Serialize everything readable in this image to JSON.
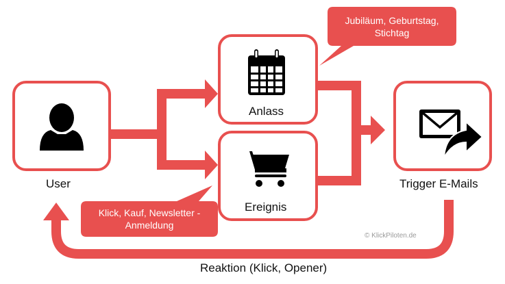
{
  "nodes": {
    "user": {
      "label": "User"
    },
    "anlass": {
      "label": "Anlass"
    },
    "ereignis": {
      "label": "Ereignis"
    },
    "trigger": {
      "label": "Trigger E-Mails"
    }
  },
  "callouts": {
    "anlass_line1": "Jubiläum, Geburtstag,",
    "anlass_line2": "Stichtag",
    "ereignis_line1": "Klick, Kauf, Newsletter -",
    "ereignis_line2": "Anmeldung"
  },
  "feedback_label": "Reaktion (Klick, Opener)",
  "copyright": "© KlickPiloten.de",
  "colors": {
    "accent": "#e8504f",
    "icon": "#000000",
    "text": "#111111"
  },
  "icons": {
    "user": "user-silhouette-icon",
    "anlass": "calendar-icon",
    "ereignis": "shopping-cart-icon",
    "trigger": "envelope-forward-icon"
  }
}
